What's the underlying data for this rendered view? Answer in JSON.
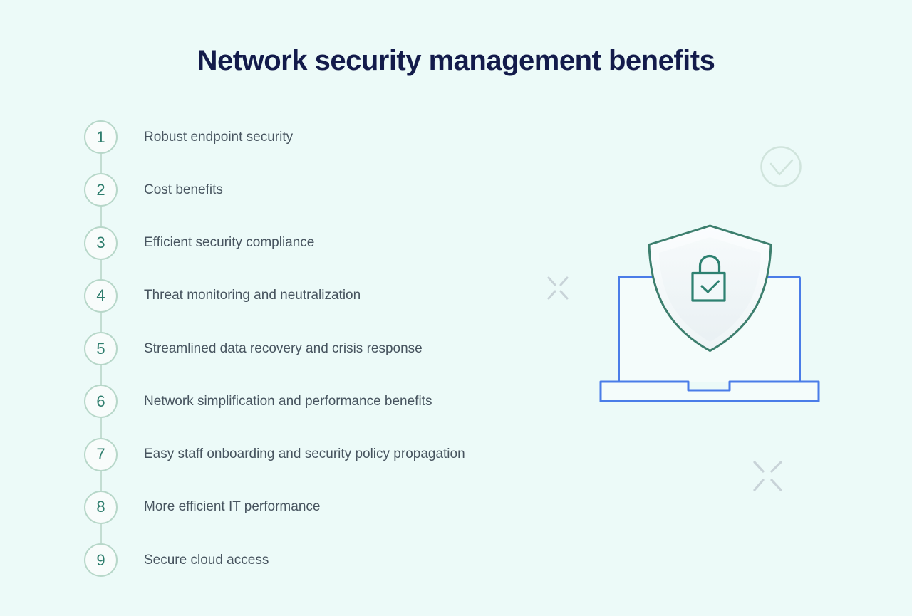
{
  "page": {
    "title": "Network security management benefits"
  },
  "benefits": [
    {
      "number": "1",
      "label": "Robust endpoint security"
    },
    {
      "number": "2",
      "label": "Cost benefits"
    },
    {
      "number": "3",
      "label": "Efficient security compliance"
    },
    {
      "number": "4",
      "label": "Threat monitoring and neutralization"
    },
    {
      "number": "5",
      "label": "Streamlined data recovery and crisis response"
    },
    {
      "number": "6",
      "label": "Network simplification and performance benefits"
    },
    {
      "number": "7",
      "label": "Easy staff onboarding and security policy propagation"
    },
    {
      "number": "8",
      "label": "More efficient IT performance"
    },
    {
      "number": "9",
      "label": "Secure cloud access"
    }
  ],
  "illustration": {
    "icons": [
      "laptop-icon",
      "shield-icon",
      "padlock-check-icon",
      "check-circle-icon",
      "x-mark-icon-left",
      "x-mark-icon-bottom-right"
    ]
  },
  "colors": {
    "background": "#ecfaf8",
    "title": "#131b4b",
    "item_text": "#47545f",
    "circle_border": "#b7d7c9",
    "circle_fill": "#f8fcfb",
    "number": "#2e7d6d",
    "connector": "#c3ddd2",
    "laptop_blue": "#4a7ce8",
    "shield_green": "#3d7f6e",
    "lock_green": "#2e8171",
    "faint_check_green": "#cde2da",
    "faint_x_gray": "#c8d3d8"
  }
}
